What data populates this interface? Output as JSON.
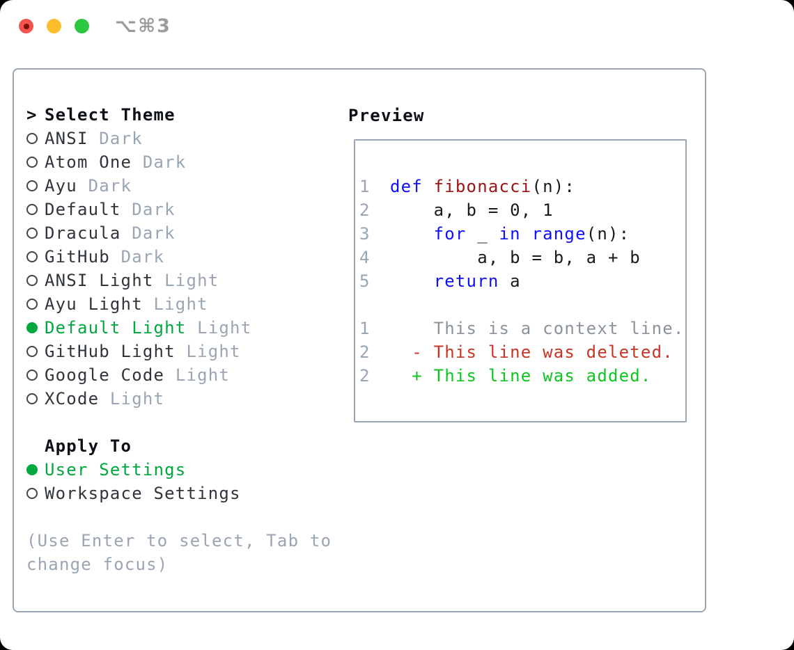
{
  "window": {
    "shortcut": "⌥⌘3"
  },
  "colors": {
    "border": "#9aa5b1",
    "heading": "#0d1117",
    "item": "#2f353b",
    "muted": "#9aa5b3",
    "selected": "#00a83e",
    "keyword": "#0f0fff",
    "function": "#9c1414",
    "plain": "#1a1a1a",
    "linenum": "#9aa5b3",
    "context": "#8b939c",
    "deleted": "#c73526",
    "added": "#0fc520",
    "hint": "#9aa5b3",
    "title": "#9b9b9b",
    "light_red": "#f4544d",
    "light_red_dot": "#7c100a",
    "light_yellow": "#fcbd2f",
    "light_green": "#2bc840"
  },
  "theme_list": {
    "header_marker": ">",
    "header": "Select Theme",
    "items": [
      {
        "name": "ANSI",
        "variant": "Dark",
        "selected": false
      },
      {
        "name": "Atom One",
        "variant": "Dark",
        "selected": false
      },
      {
        "name": "Ayu",
        "variant": "Dark",
        "selected": false
      },
      {
        "name": "Default",
        "variant": "Dark",
        "selected": false
      },
      {
        "name": "Dracula",
        "variant": "Dark",
        "selected": false
      },
      {
        "name": "GitHub",
        "variant": "Dark",
        "selected": false
      },
      {
        "name": "ANSI Light",
        "variant": "Light",
        "selected": false
      },
      {
        "name": "Ayu Light",
        "variant": "Light",
        "selected": false
      },
      {
        "name": "Default Light",
        "variant": "Light",
        "selected": true
      },
      {
        "name": "GitHub Light",
        "variant": "Light",
        "selected": false
      },
      {
        "name": "Google Code",
        "variant": "Light",
        "selected": false
      },
      {
        "name": "XCode",
        "variant": "Light",
        "selected": false
      }
    ]
  },
  "apply_to": {
    "header": "Apply To",
    "options": [
      {
        "name": "User Settings",
        "selected": true
      },
      {
        "name": "Workspace Settings",
        "selected": false
      }
    ]
  },
  "hint": {
    "line1": "(Use Enter to select, Tab to",
    "line2": "change focus)"
  },
  "preview": {
    "header": "Preview",
    "code_lines": [
      {
        "ln": "1",
        "tokens": [
          {
            "c": "kw",
            "t": "def "
          },
          {
            "c": "fn",
            "t": "fibonacci"
          },
          {
            "c": "pl",
            "t": "(n):"
          }
        ]
      },
      {
        "ln": "2",
        "tokens": [
          {
            "c": "pl",
            "t": "    a, b = 0, 1"
          }
        ]
      },
      {
        "ln": "3",
        "tokens": [
          {
            "c": "pl",
            "t": "    "
          },
          {
            "c": "kw",
            "t": "for"
          },
          {
            "c": "pl",
            "t": " _ "
          },
          {
            "c": "kw",
            "t": "in"
          },
          {
            "c": "pl",
            "t": " "
          },
          {
            "c": "kw",
            "t": "range"
          },
          {
            "c": "pl",
            "t": "(n):"
          }
        ]
      },
      {
        "ln": "4",
        "tokens": [
          {
            "c": "pl",
            "t": "        a, b = b, a + b"
          }
        ]
      },
      {
        "ln": "5",
        "tokens": [
          {
            "c": "pl",
            "t": "    "
          },
          {
            "c": "kw",
            "t": "return"
          },
          {
            "c": "pl",
            "t": " a"
          }
        ]
      }
    ],
    "diff_lines": [
      {
        "ln": "1",
        "c": "ctx",
        "t": "    This is a context line."
      },
      {
        "ln": "2",
        "c": "del",
        "t": "  - This line was deleted."
      },
      {
        "ln": "2",
        "c": "add",
        "t": "  + This line was added."
      }
    ]
  }
}
